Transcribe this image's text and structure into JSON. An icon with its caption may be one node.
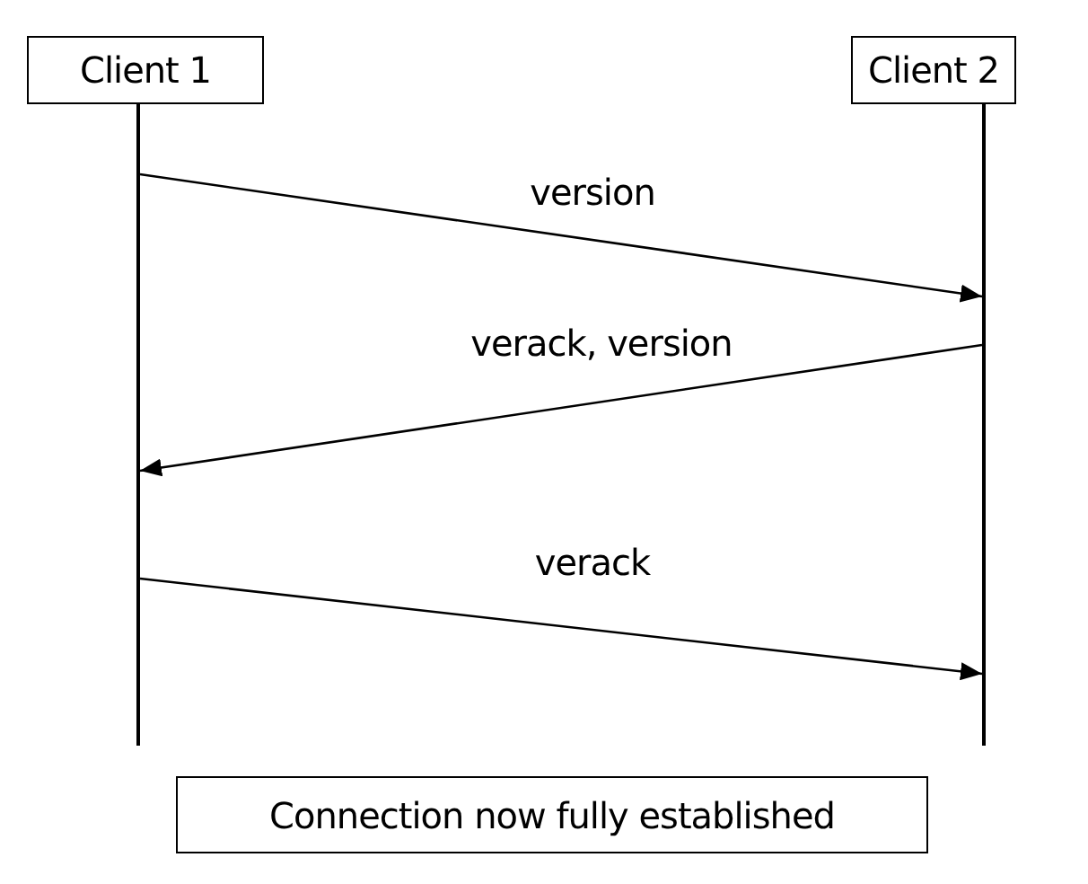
{
  "diagram": {
    "nodes": [
      {
        "text": [
          "Client 1"
        ]
      },
      {
        "text": [
          "Client 2"
        ]
      },
      {
        "text": [],
        "shape": "line"
      },
      {
        "text": [],
        "shape": "line"
      },
      {
        "text": [
          "Connection now fully established"
        ]
      }
    ],
    "edges": [
      {
        "from": 2,
        "to": 3,
        "arrow": "to",
        "label": "version"
      },
      {
        "from": 3,
        "to": 2,
        "arrow": "to",
        "label": "verack, version"
      },
      {
        "from": 2,
        "to": 3,
        "arrow": "to",
        "label": "verack"
      }
    ]
  }
}
